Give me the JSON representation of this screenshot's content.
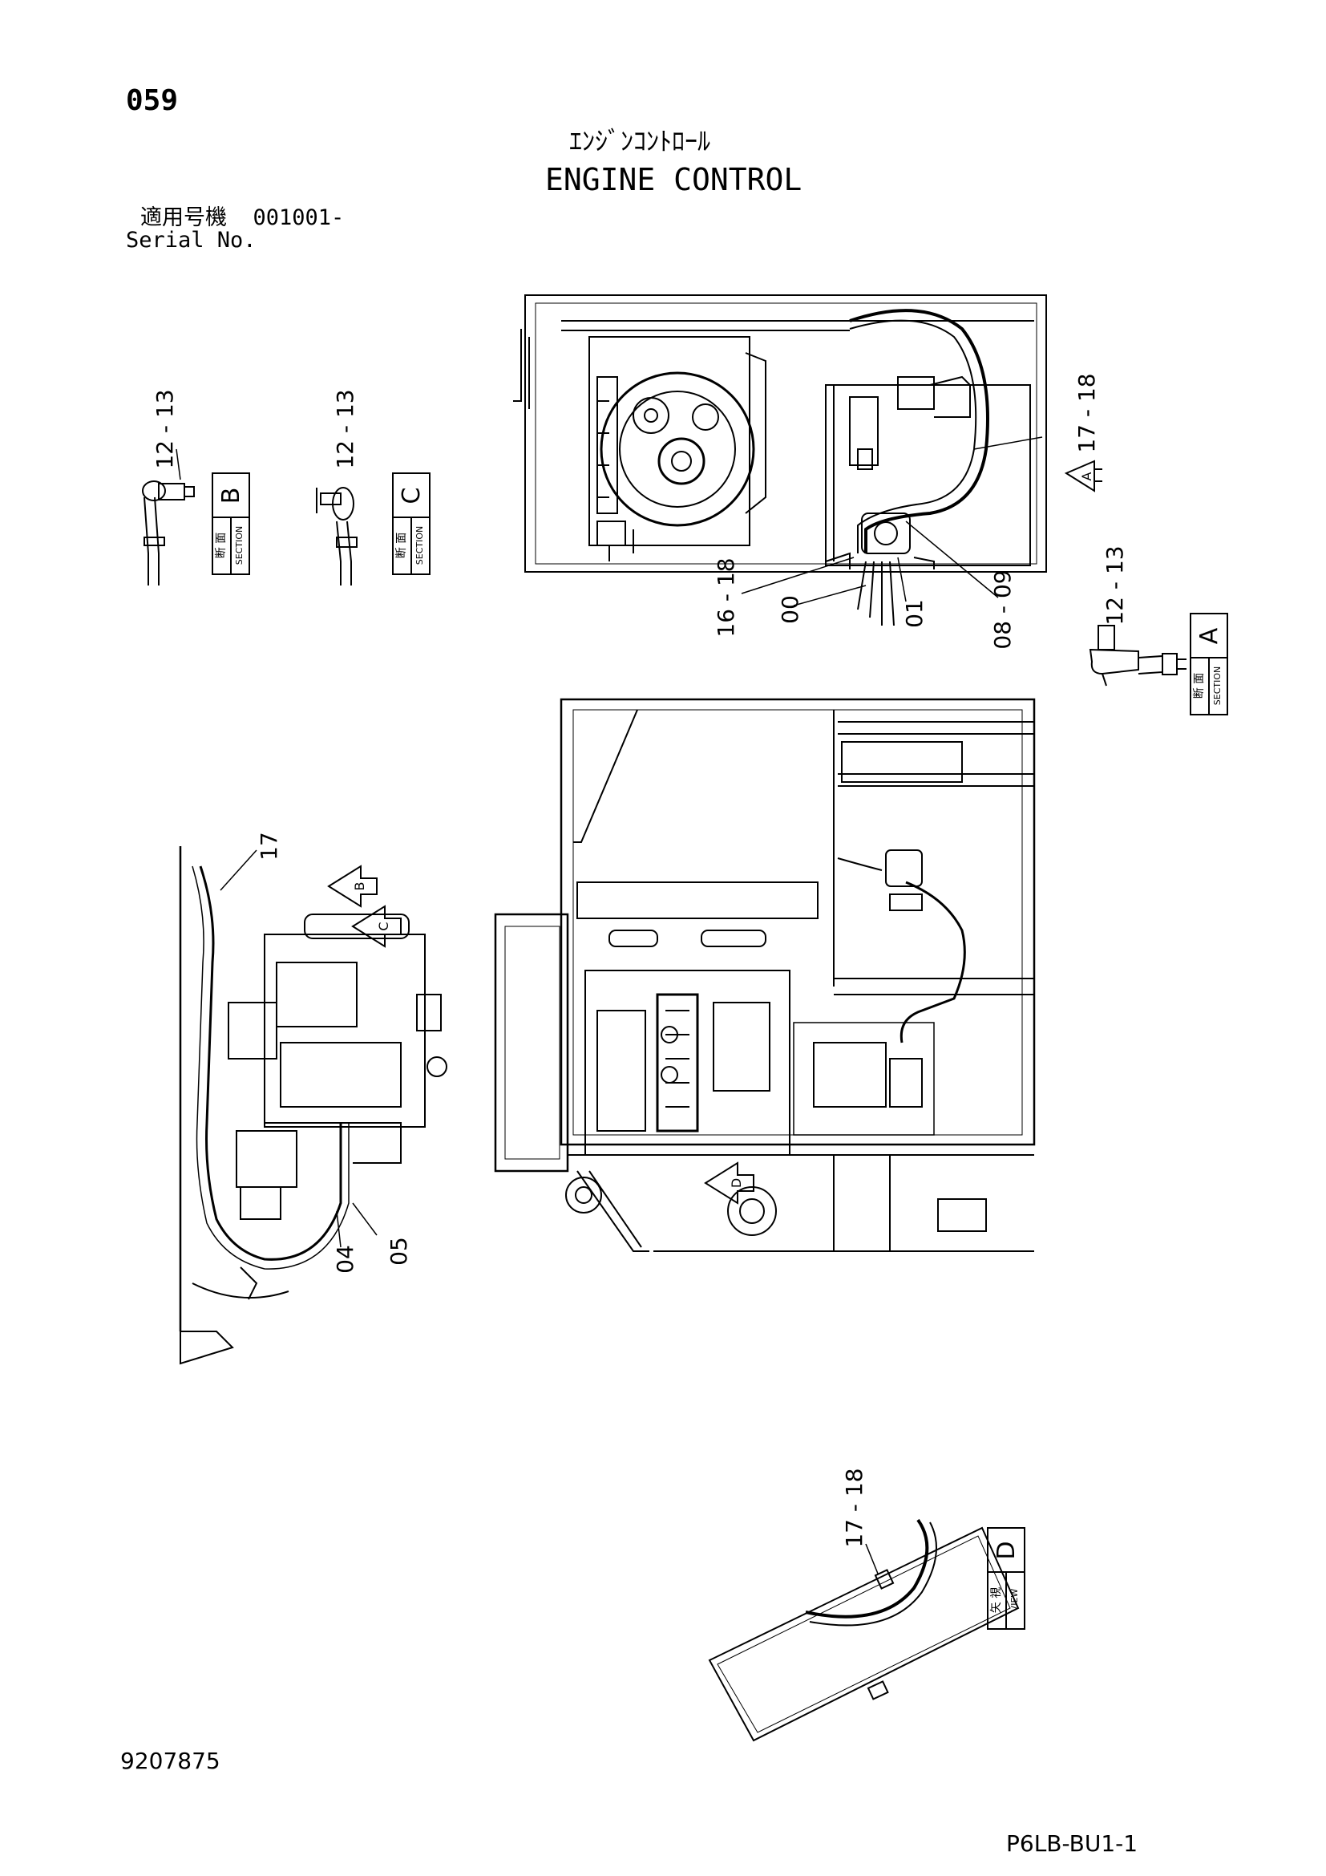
{
  "header": {
    "page_number": "059",
    "title_jp": "ｴﾝｼﾞﾝｺﾝﾄﾛｰﾙ",
    "title_en": "ENGINE CONTROL",
    "serial_label_jp": "適用号機",
    "serial_value": "001001-",
    "serial_label_en": "Serial No."
  },
  "footer": {
    "doc_number": "9207875",
    "page_code": "P6LB-BU1-1"
  },
  "callouts": {
    "c_12_13_b": "12 - 13",
    "c_12_13_c": "12 - 13",
    "c_12_13_a": "12 - 13",
    "c_17_18_top": "17 - 18",
    "c_16_18": "16 - 18",
    "c_00": "00",
    "c_01": "01",
    "c_08_09": "08 - 09",
    "c_17_mid": "17",
    "c_04": "04",
    "c_05": "05",
    "c_17_18_view": "17 - 18"
  },
  "sections": {
    "section_b": {
      "letter": "B",
      "jp": "断 面",
      "en": "SECTION"
    },
    "section_c": {
      "letter": "C",
      "jp": "断 面",
      "en": "SECTION"
    },
    "section_a": {
      "letter": "A",
      "jp": "断 面",
      "en": "SECTION"
    },
    "view_d": {
      "letter": "D",
      "jp": "矢 視",
      "en": "VIEW"
    }
  },
  "arrows": {
    "arrow_a": "A",
    "arrow_b": "B",
    "arrow_c": "C",
    "arrow_d": "D"
  }
}
